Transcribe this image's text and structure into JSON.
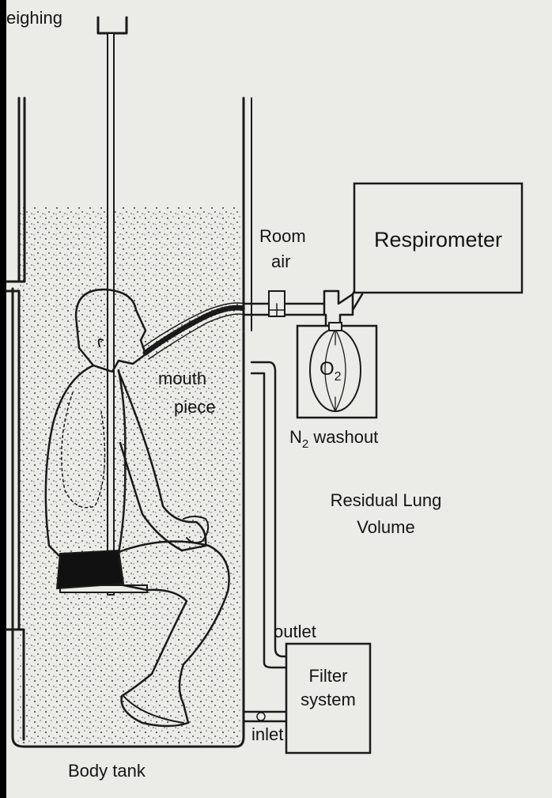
{
  "labels": {
    "weighing": "eighing",
    "room_air_1": "Room",
    "room_air_2": "air",
    "respirometer": "Respirometer",
    "o2_main": "O",
    "o2_sub": "2",
    "mouth_1": "mouth",
    "mouth_2": "piece",
    "n2_main": "N",
    "n2_sub": "2",
    "n2_rest": " washout",
    "residual_1": "Residual Lung",
    "residual_2": "Volume",
    "outlet": "outlet",
    "filter_1": "Filter",
    "filter_2": "system",
    "inlet": "inlet",
    "body_tank": "Body tank"
  },
  "colors": {
    "background": "#000000",
    "paper": "#ebebe8",
    "ink": "#1a1a1a",
    "water_dots": "#555555"
  }
}
